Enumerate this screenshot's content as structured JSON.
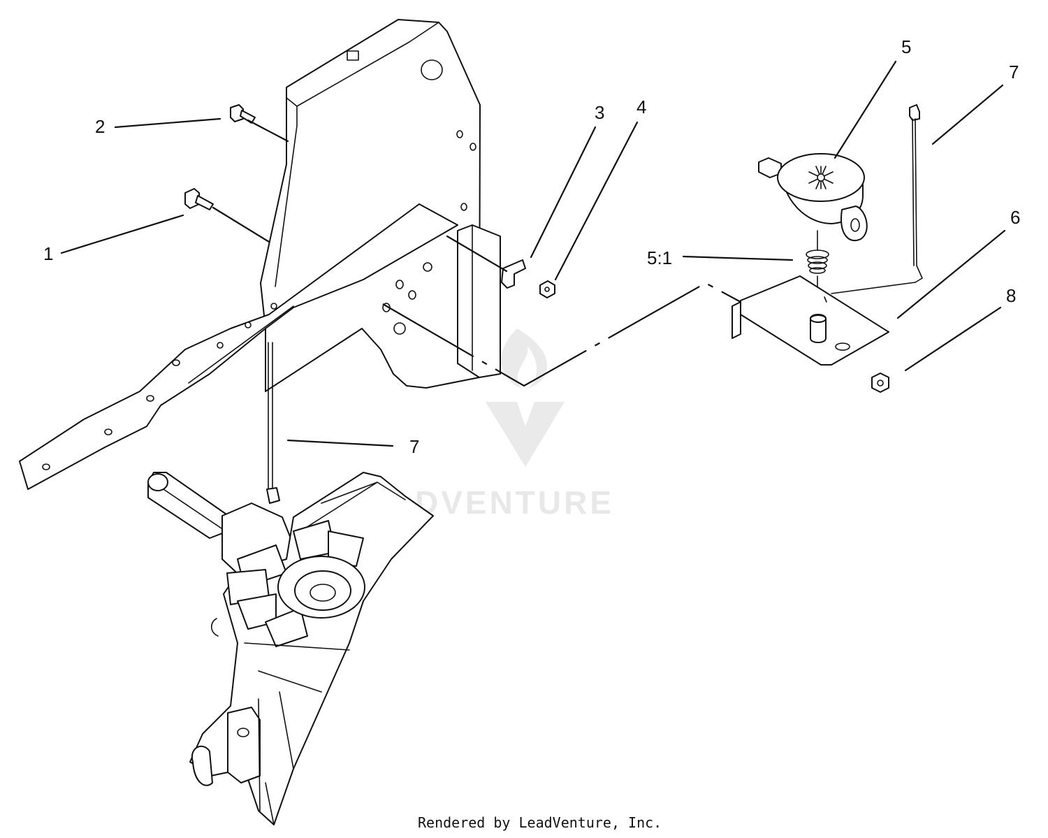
{
  "callouts": {
    "c1": "1",
    "c2": "2",
    "c3": "3",
    "c4": "4",
    "c5": "5",
    "c5_1": "5:1",
    "c6": "6",
    "c7_top": "7",
    "c7_bottom": "7",
    "c8": "8"
  },
  "footer": {
    "credit": "Rendered by LeadVenture, Inc."
  },
  "watermark": {
    "text": "LEADVENTURE"
  },
  "colors": {
    "line": "#111111",
    "background": "#ffffff",
    "watermark": "#d9d9d9"
  }
}
